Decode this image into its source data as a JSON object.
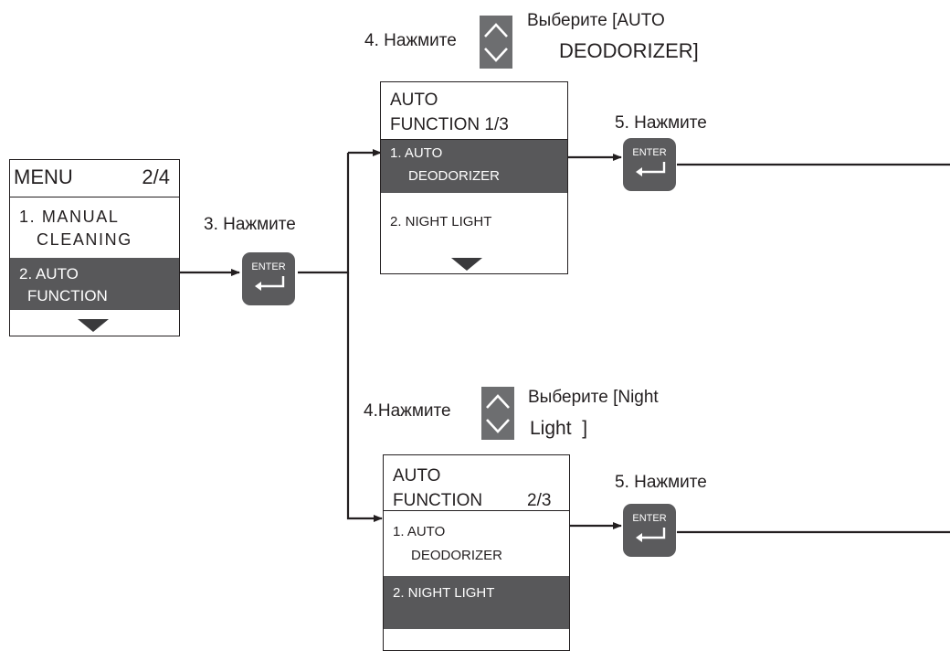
{
  "menu": {
    "title": "MENU",
    "page": "2/4",
    "item1_line1": "1. MANUAL",
    "item1_line2": "CLEANING",
    "item2_line1": "2. AUTO",
    "item2_line2": "FUNCTION"
  },
  "steps": {
    "step3": "3. Нажмите",
    "step4_top": "4. Нажмите",
    "step4_bottom": "4.Нажмите",
    "step5_top": "5. Нажмите",
    "step5_bottom": "5. Нажмите",
    "select_top_line1": "Выберите [AUTO",
    "select_top_line2": "DEODORIZER]",
    "select_bottom_line1": "Выберите [Night",
    "select_bottom_line2": "Light  ]"
  },
  "enter_label": "ENTER",
  "auto_function_top": {
    "title_line1": "AUTO",
    "title_line2": "FUNCTION 1/3",
    "item1_line1": "1. AUTO",
    "item1_line2": "DEODORIZER",
    "item2": "2. NIGHT LIGHT"
  },
  "auto_function_bottom": {
    "title_line1": "AUTO",
    "title_line2": "FUNCTION",
    "title_page": "2/3",
    "item1_line1": "1. AUTO",
    "item1_line2": "DEODORIZER",
    "item2": "2. NIGHT LIGHT"
  },
  "colors": {
    "highlight": "#58585a",
    "button": "#5b5b5d",
    "line": "#231f20"
  },
  "icons": [
    "enter-icon",
    "up-arrow-icon",
    "down-arrow-icon",
    "scroll-down-triangle-icon"
  ]
}
